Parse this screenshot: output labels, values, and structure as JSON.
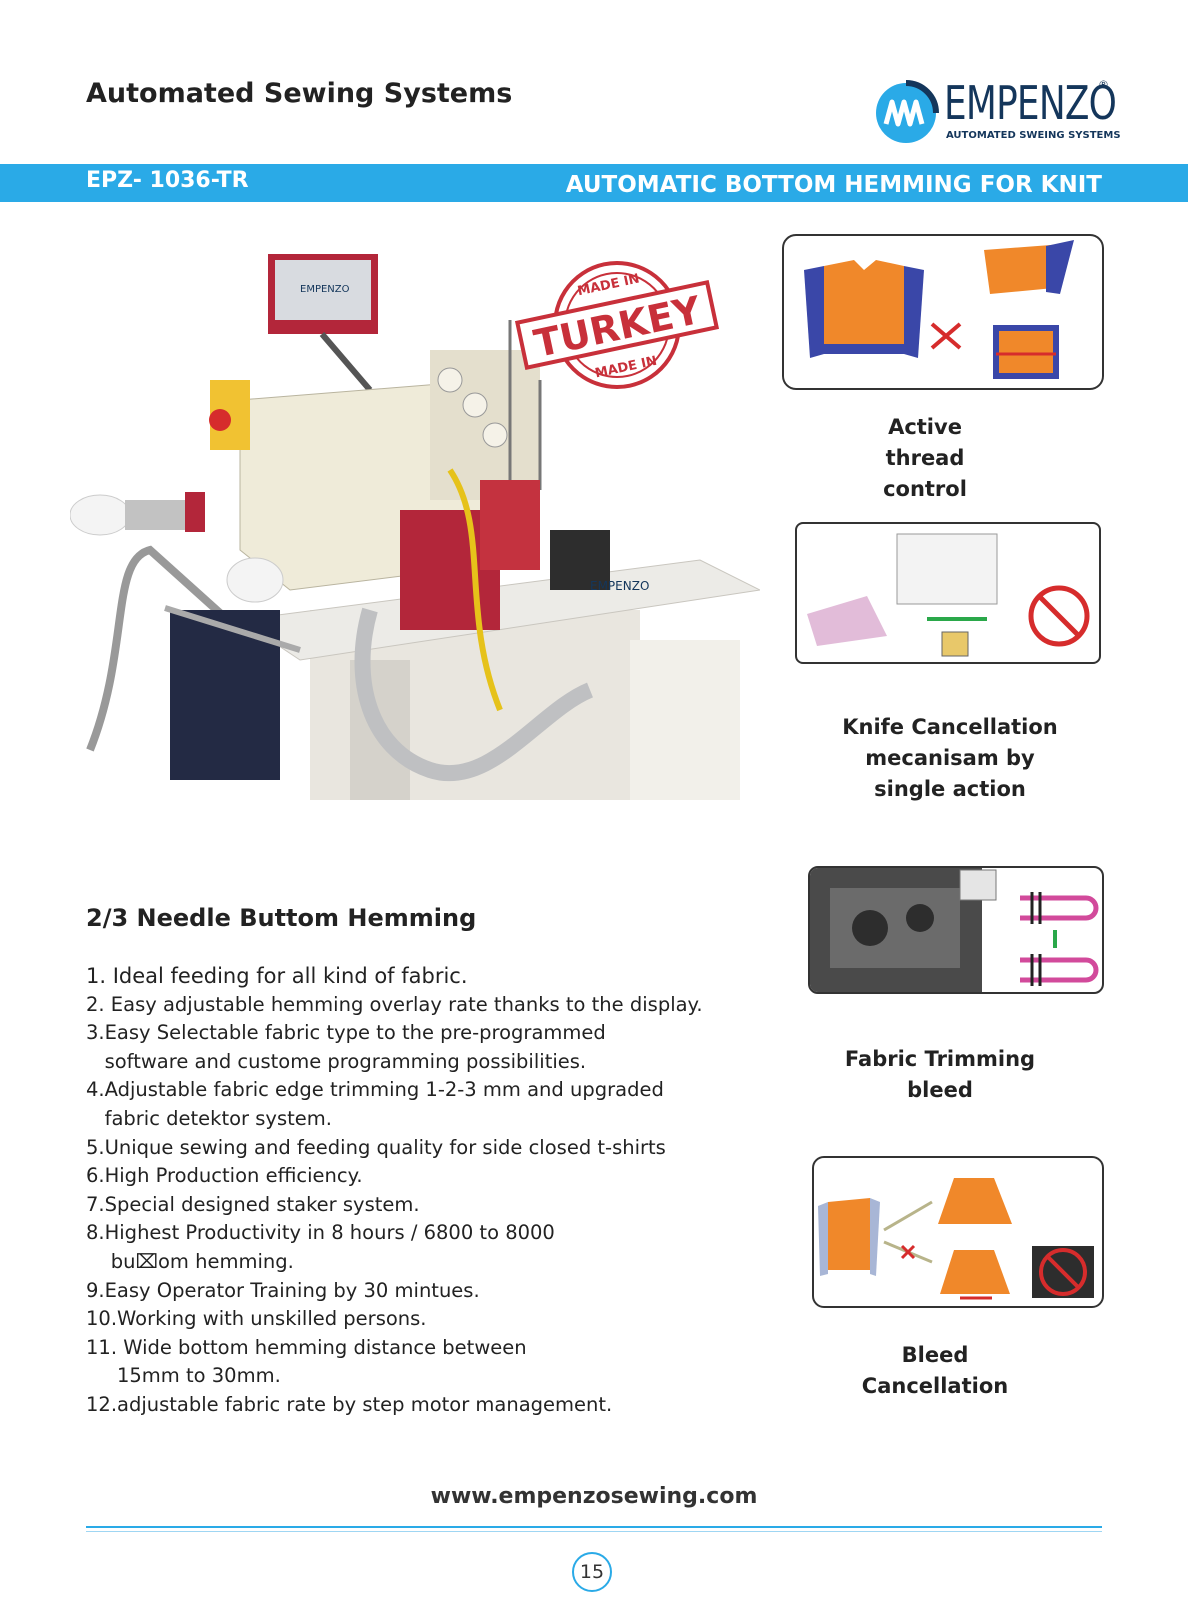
{
  "header": {
    "title": "Automated Sewing Systems"
  },
  "logo": {
    "brand": "EMPENZO",
    "tagline": "AUTOMATED SWEING SYSTEMS",
    "registered": "®"
  },
  "band": {
    "model": "EPZ- 1036-TR",
    "title": "AUTOMATIC BOTTOM HEMMING FOR KNIT"
  },
  "stamp": {
    "top": "MADE IN",
    "center": "TURKEY",
    "bottom": "MADE IN"
  },
  "machine_labels": {
    "panel_brand": "EMPENZO",
    "table_brand": "EMPENZO"
  },
  "features_right": [
    {
      "caption": "Active\nthread\ncontrol"
    },
    {
      "caption": "Knife Cancellation\nmecanisam by\n single  action"
    },
    {
      "caption": "Fabric Trimming\nbleed"
    },
    {
      "caption": "Bleed\nCancellation"
    }
  ],
  "section": {
    "title": "2/3 Needle Buttom Hemming",
    "items": [
      "1. Ideal feeding for all kind of fabric.",
      "2. Easy adjustable hemming overlay rate thanks to the display.",
      "3.Easy Selectable fabric type to the pre-programmed",
      "   software and custome programming possibilities.",
      "4.Adjustable fabric edge trimming 1-2-3 mm and upgraded",
      "   fabric detektor system.",
      "5.Unique sewing and feeding quality for side closed t-shirts",
      "6.High Production efficiency.",
      "7.Special designed staker system.",
      "8.Highest Productivity in 8 hours / 6800 to 8000",
      "    bu⌧om hemming.",
      "9.Easy Operator Training by 30 mintues.",
      "10.Working with unskilled persons.",
      "11. Wide bottom hemming distance between",
      "     15mm to 30mm.",
      "12.adjustable fabric rate by step motor management."
    ]
  },
  "footer": {
    "website": "www.empenzosewing.com",
    "page_number": "15"
  },
  "colors": {
    "accent": "#2aaae7",
    "brand_navy": "#14365b",
    "stamp_red": "#c8303a",
    "shirt_orange": "#f0882a",
    "shirt_blue": "#3a47a8"
  }
}
